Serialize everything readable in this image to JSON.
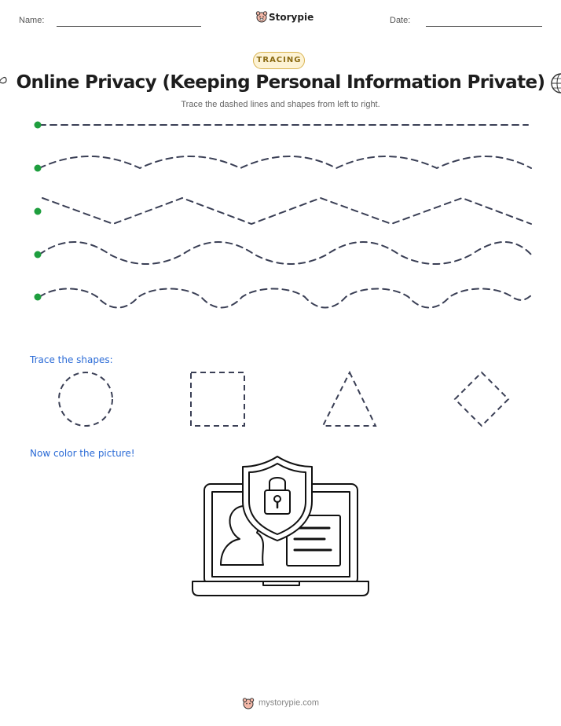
{
  "header": {
    "name_label": "Name:",
    "date_label": "Date:",
    "brand": "Storypie"
  },
  "badge": {
    "label": "TRACING"
  },
  "title": "Online Privacy (Keeping Personal Information Private)",
  "subtitle": "Trace the dashed lines and shapes from left to right.",
  "tracing": {
    "start_dot_color": "#1e9e3e",
    "line_color": "#3a3f55",
    "rows": [
      {
        "pattern": "straight"
      },
      {
        "pattern": "scallop"
      },
      {
        "pattern": "zigzag"
      },
      {
        "pattern": "wave"
      },
      {
        "pattern": "bumps"
      }
    ]
  },
  "shapes": {
    "heading": "Trace the shapes:",
    "items": [
      "circle",
      "square",
      "triangle",
      "diamond"
    ]
  },
  "coloring": {
    "heading": "Now color the picture!",
    "picture": "laptop-shield-lock-icon"
  },
  "footer": {
    "site": "mystorypie.com"
  },
  "colors": {
    "accent_blue": "#2b6bd6",
    "badge_border": "#d8b24e",
    "badge_bg": "#fdf3d5"
  }
}
